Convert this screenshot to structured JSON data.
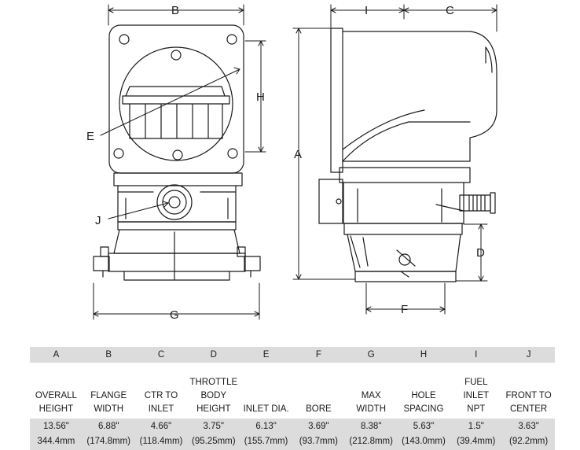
{
  "dimension_labels": {
    "B": "B",
    "I": "I",
    "C": "C",
    "H": "H",
    "E": "E",
    "A": "A",
    "J": "J",
    "D": "D",
    "F": "F",
    "G": "G"
  },
  "table": {
    "letters": [
      "A",
      "B",
      "C",
      "D",
      "E",
      "F",
      "G",
      "H",
      "I",
      "J"
    ],
    "names": [
      [
        "OVERALL",
        "HEIGHT"
      ],
      [
        "FLANGE",
        "WIDTH"
      ],
      [
        "CTR TO",
        "INLET"
      ],
      [
        "THROTTLE",
        "BODY",
        "HEIGHT"
      ],
      [
        "INLET DIA."
      ],
      [
        "BORE"
      ],
      [
        "MAX",
        "WIDTH"
      ],
      [
        "HOLE",
        "SPACING"
      ],
      [
        "FUEL",
        "INLET",
        "NPT"
      ],
      [
        "FRONT TO",
        "CENTER"
      ]
    ],
    "imperial": [
      "13.56\"",
      "6.88\"",
      "4.66\"",
      "3.75\"",
      "6.13\"",
      "3.69\"",
      "8.38\"",
      "5.63\"",
      "1.5\"",
      "3.63\""
    ],
    "metric": [
      "344.4mm",
      "(174.8mm)",
      "(118.4mm)",
      "(95.25mm)",
      "(155.7mm)",
      "(93.7mm)",
      "(212.8mm)",
      "(143.0mm)",
      "(39.4mm)",
      "(92.2mm)"
    ]
  },
  "colors": {
    "line": "#1a1a1a",
    "table_shade": "#dcdcdc"
  }
}
